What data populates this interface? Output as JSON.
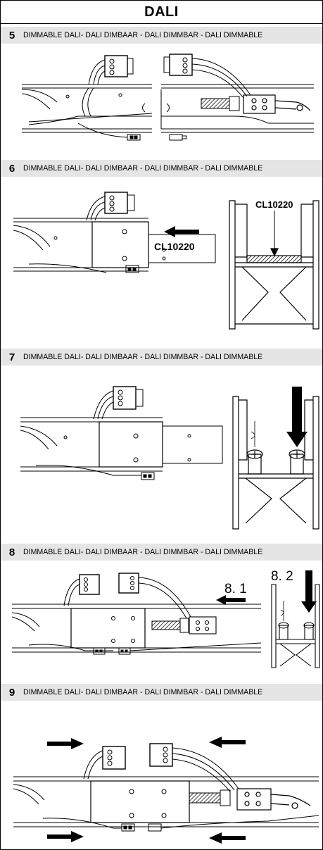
{
  "title": "DALI",
  "steps": [
    {
      "number": "5",
      "text": "DIMMABLE DALI- DALI DIMBAAR - DALI DIMMBAR - DALI DIMMABLE"
    },
    {
      "number": "6",
      "text": "DIMMABLE DALI- DALI DIMBAAR - DALI DIMMBAR - DALI DIMMABLE"
    },
    {
      "number": "7",
      "text": "DIMMABLE DALI- DALI DIMBAAR - DALI DIMMBAR - DALI DIMMABLE"
    },
    {
      "number": "8",
      "text": "DIMMABLE DALI- DALI DIMBAAR - DALI DIMMBAR - DALI DIMMABLE"
    },
    {
      "number": "9",
      "text": "DIMMABLE DALI- DALI DIMBAAR - DALI DIMMBAR - DALI DIMMABLE"
    }
  ],
  "labels": {
    "part_code_side": "CL10220",
    "part_code_section": "CL10220",
    "sub_step_1": "8. 1",
    "sub_step_2": "8. 2"
  }
}
